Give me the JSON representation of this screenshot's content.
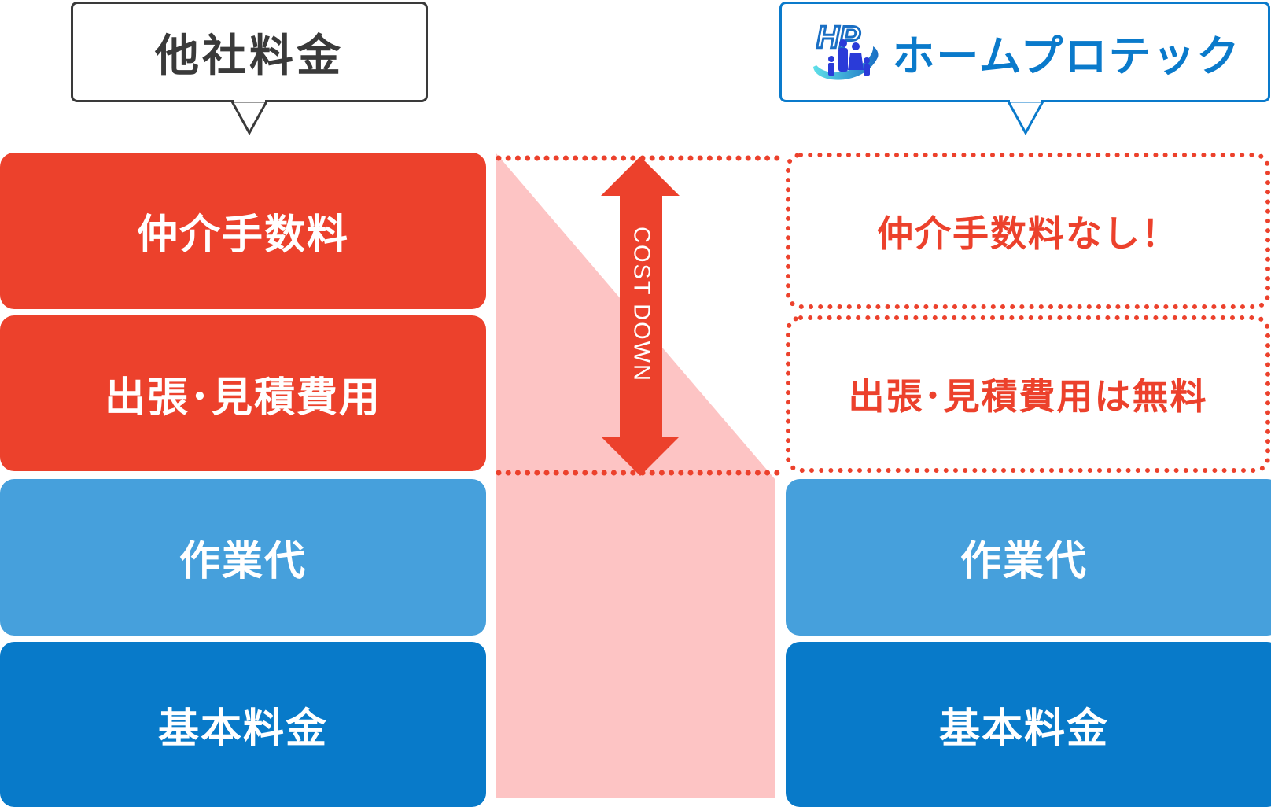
{
  "left_column": {
    "header": "他社料金",
    "items": [
      {
        "label": "仲介手数料"
      },
      {
        "label": "出張･見積費用"
      },
      {
        "label": "作業代"
      },
      {
        "label": "基本料金"
      }
    ]
  },
  "right_column": {
    "brand": {
      "logo_text": "HP",
      "name": "ホームプロテック"
    },
    "items": [
      {
        "label": "仲介手数料なし！"
      },
      {
        "label": "出張･見積費用は無料"
      },
      {
        "label": "作業代"
      },
      {
        "label": "基本料金"
      }
    ]
  },
  "middle": {
    "arrow_label": "COST DOWN"
  },
  "colors": {
    "red": "#ec412c",
    "light_blue": "#46a0dc",
    "dark_blue": "#087ac9",
    "pink": "#fdc4c4",
    "brand_blue": "#0a7acb",
    "dark_text": "#3a3a3a"
  }
}
